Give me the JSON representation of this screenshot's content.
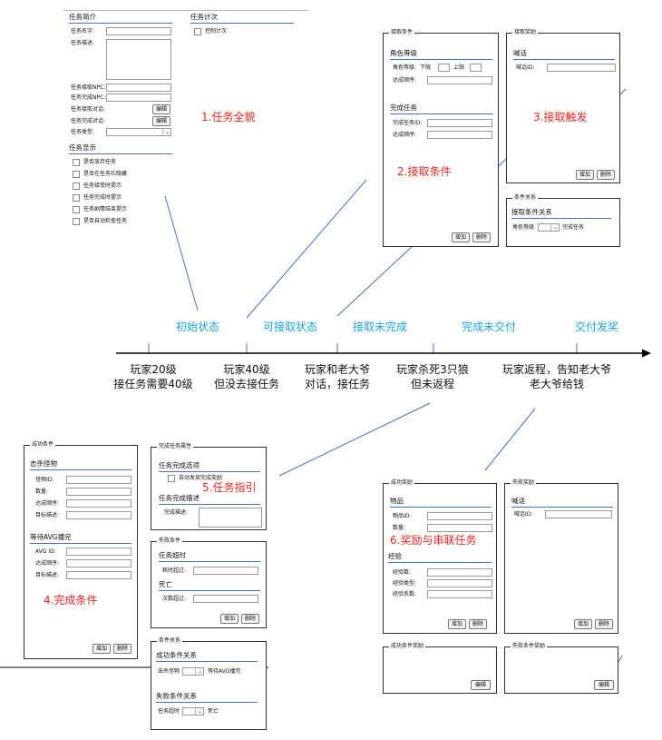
{
  "panel_overview": {
    "section_intro": "任务简介",
    "section_count": "任务计次",
    "count_checkbox": "控制计次",
    "fields": [
      "任务名字:",
      "任务描述:",
      "任务接取NPC:",
      "任务完成NPC:",
      "任务接取对话:",
      "任务完成对话:",
      "任务类型:"
    ],
    "edit_label": "编辑",
    "section_display": "任务显示",
    "display_options": [
      "是否放弃任务",
      "是否在任务栏隐藏",
      "任务接受时提示",
      "任务完成时提示",
      "任务剧情结束提示",
      "是否自动检查任务"
    ]
  },
  "panel_accept_cond": {
    "title": "接取条件",
    "role_level_header": "角色等级",
    "role_level_label": "角色等级:",
    "lower_label": "下限",
    "upper_label": "上限",
    "order_label": "达成顺序:",
    "complete_task_header": "完成任务",
    "complete_task_id_label": "完成任务ID:",
    "order_label2": "达成顺序:",
    "add_label": "增加",
    "delete_label": "删除"
  },
  "panel_accept_reward": {
    "title": "接取奖励",
    "say_header": "喊话",
    "say_id_label": "喊话ID:",
    "add_label": "增加",
    "delete_label": "删除"
  },
  "panel_cond_relation": {
    "title": "条件关系",
    "header": "接取条件关系",
    "left": "角色等级",
    "right": "完成任务"
  },
  "labels_red": {
    "overview": "1.任务全貌",
    "accept_cond": "2.接取条件",
    "accept_trigger": "3.接取触发",
    "complete_cond": "4.完成条件",
    "guide": "5.任务指引",
    "reward": "6.奖励与串联任务"
  },
  "timeline": {
    "states": [
      "初始状态",
      "可接取状态",
      "接取未完成",
      "完成未交付",
      "交付发奖"
    ],
    "events": [
      [
        "玩家20级",
        "接任务需要40级"
      ],
      [
        "玩家40级",
        "但没去接任务"
      ],
      [
        "玩家和老大爷",
        "对话，接任务"
      ],
      [
        "玩家杀死3只狼",
        "但未返程"
      ],
      [
        "玩家返程，告知老大爷",
        "老大爷给钱"
      ]
    ]
  },
  "panel_complete_cond": {
    "title": "成功条件",
    "kill_header": "击杀怪物",
    "kill_fields": [
      "怪物ID:",
      "数量:",
      "达成顺序:",
      "目标描述:"
    ],
    "avg_header": "等待AVG播完",
    "avg_fields": [
      "AVG ID:",
      "达成顺序:",
      "目标描述:"
    ],
    "add_label": "增加",
    "delete_label": "删除"
  },
  "panel_complete_attr": {
    "title": "完成任务属性",
    "options_header": "任务完成选项",
    "auto_checkbox": "自动发放完成奖励",
    "desc_header": "任务完成描述",
    "desc_label": "完成描述:"
  },
  "panel_fail_cond": {
    "title": "失败条件",
    "timeout_header": "任务超时",
    "timeout_label": "耗时超过:",
    "death_header": "死亡",
    "death_label": "次数超过:",
    "add_label": "增加",
    "delete_label": "删除"
  },
  "panel_cond_relation2": {
    "title": "条件关系",
    "success_header": "成功条件关系",
    "success_left": "击杀怪物",
    "success_right": "等待AVG播完",
    "fail_header": "失败条件关系",
    "fail_left": "任务超时",
    "fail_right": "死亡"
  },
  "panel_success_reward": {
    "title": "成功奖励",
    "item_header": "物品",
    "item_fields": [
      "物品ID:",
      "数量:"
    ],
    "exp_header": "经验",
    "exp_fields": [
      "经验数:",
      "经验类型:",
      "经验系数:"
    ],
    "add_label": "增加",
    "delete_label": "删除"
  },
  "panel_fail_reward": {
    "title": "失败奖励",
    "say_header": "喊话",
    "say_id_label": "喊话ID:",
    "add_label": "增加",
    "delete_label": "删除"
  },
  "panel_success_cond_reward": {
    "title": "成功条件奖励",
    "edit_label": "编辑"
  },
  "panel_fail_cond_reward": {
    "title": "失败条件奖励",
    "edit_label": "编辑"
  },
  "colors": {
    "red": "#e8261f",
    "cyan": "#1aa3dd",
    "blue": "#4472c4"
  }
}
